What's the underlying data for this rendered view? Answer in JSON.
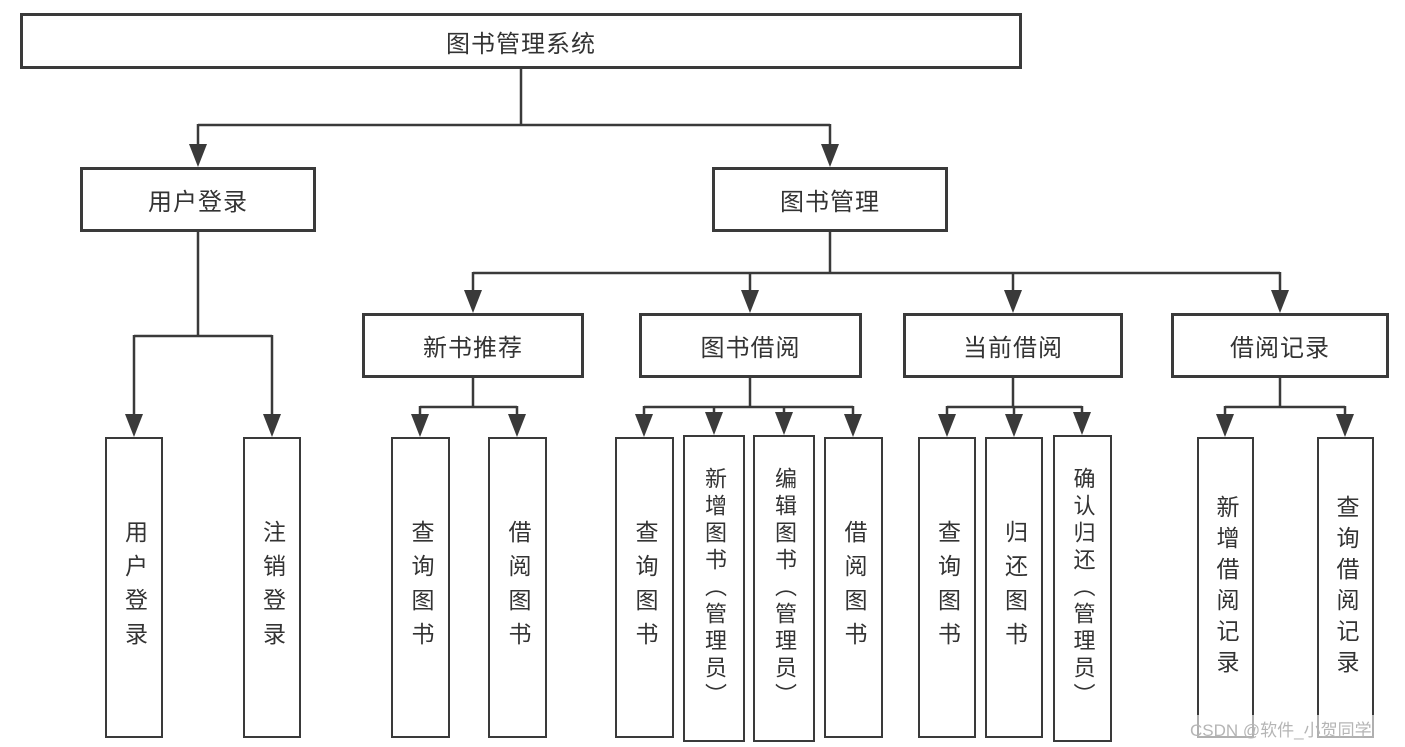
{
  "tree": {
    "label": "图书管理系统",
    "children": [
      {
        "label": "用户登录",
        "children": [
          {
            "label": "用户登录"
          },
          {
            "label": "注销登录"
          }
        ]
      },
      {
        "label": "图书管理",
        "children": [
          {
            "label": "新书推荐",
            "children": [
              {
                "label": "查询图书"
              },
              {
                "label": "借阅图书"
              }
            ]
          },
          {
            "label": "图书借阅",
            "children": [
              {
                "label": "查询图书"
              },
              {
                "label": "新增图书（管理员）"
              },
              {
                "label": "编辑图书（管理员）"
              },
              {
                "label": "借阅图书"
              }
            ]
          },
          {
            "label": "当前借阅",
            "children": [
              {
                "label": "查询图书"
              },
              {
                "label": "归还图书"
              },
              {
                "label": "确认归还（管理员）"
              }
            ]
          },
          {
            "label": "借阅记录",
            "children": [
              {
                "label": "新增借阅记录"
              },
              {
                "label": "查询借阅记录"
              }
            ]
          }
        ]
      }
    ]
  },
  "watermark": "CSDN @软件_小贺同学",
  "colors": {
    "line": "#3a3a3a",
    "text": "#333333",
    "background": "#ffffff",
    "watermark": "#b5b5b5"
  }
}
